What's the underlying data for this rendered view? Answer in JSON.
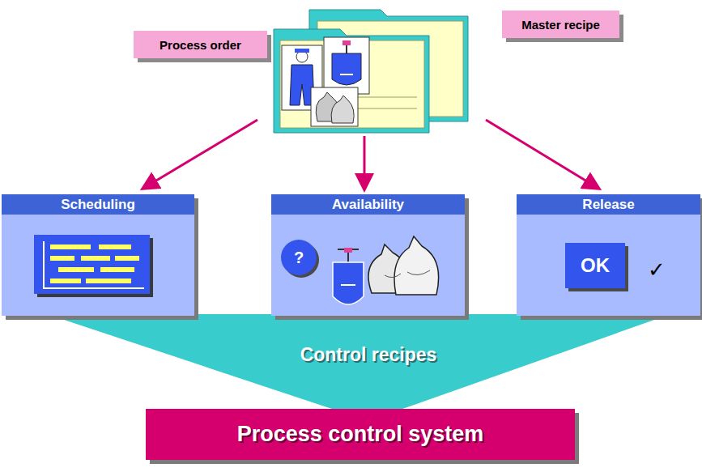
{
  "diagram": {
    "nodes": [
      {
        "text": [
          "Process order"
        ]
      },
      {
        "text": [
          "Master recipe"
        ]
      },
      {
        "text": [
          "Scheduling"
        ]
      },
      {
        "text": [
          "Availability"
        ]
      },
      {
        "text": [
          "Release"
        ]
      },
      {
        "text": [
          "OK"
        ],
        "in": 4
      },
      {
        "text": [
          "?"
        ],
        "in": 3
      },
      {
        "text": [
          "Control recipes"
        ]
      },
      {
        "text": [
          "Process control system"
        ]
      }
    ],
    "labels": [
      "✓"
    ]
  }
}
